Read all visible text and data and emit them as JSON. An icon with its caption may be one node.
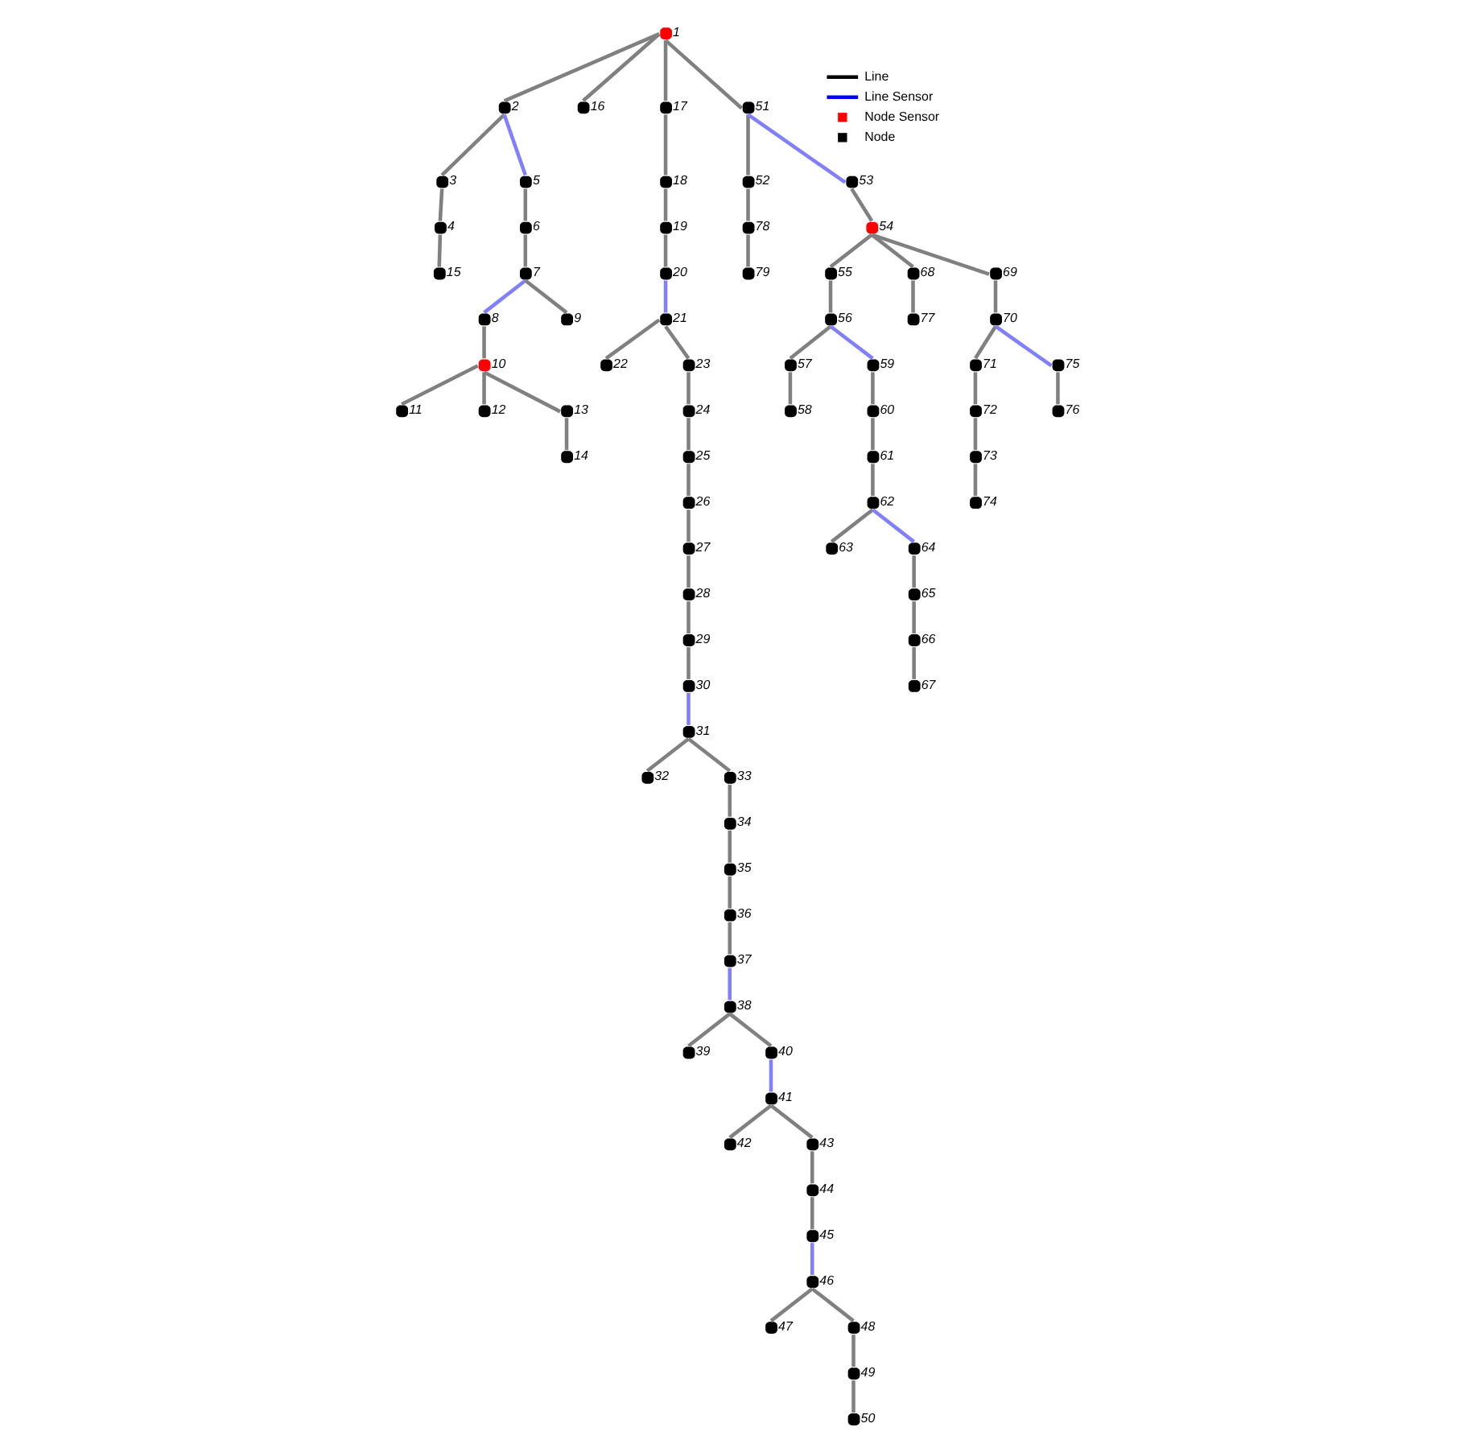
{
  "diagram": {
    "nodes": [
      {
        "text": [],
        "shape": "circle",
        "beside": [
          "1"
        ]
      },
      {
        "text": [],
        "shape": "circle",
        "beside": [
          "2"
        ]
      },
      {
        "text": [],
        "shape": "circle",
        "beside": [
          "3"
        ]
      },
      {
        "text": [],
        "shape": "circle",
        "beside": [
          "4"
        ]
      },
      {
        "text": [],
        "shape": "circle",
        "beside": [
          "5"
        ]
      },
      {
        "text": [],
        "shape": "circle",
        "beside": [
          "6"
        ]
      },
      {
        "text": [],
        "shape": "circle",
        "beside": [
          "7"
        ]
      },
      {
        "text": [],
        "shape": "circle",
        "beside": [
          "8"
        ]
      },
      {
        "text": [],
        "shape": "circle",
        "beside": [
          "9"
        ]
      },
      {
        "text": [],
        "shape": "circle",
        "beside": [
          "10"
        ]
      },
      {
        "text": [],
        "shape": "circle",
        "beside": [
          "11"
        ]
      },
      {
        "text": [],
        "shape": "circle",
        "beside": [
          "12"
        ]
      },
      {
        "text": [],
        "shape": "circle",
        "beside": [
          "13"
        ]
      },
      {
        "text": [],
        "shape": "circle",
        "beside": [
          "14"
        ]
      },
      {
        "text": [],
        "shape": "circle",
        "beside": [
          "15"
        ]
      },
      {
        "text": [],
        "shape": "circle",
        "beside": [
          "16"
        ]
      },
      {
        "text": [],
        "shape": "circle",
        "beside": [
          "17"
        ]
      },
      {
        "text": [],
        "shape": "circle",
        "beside": [
          "18"
        ]
      },
      {
        "text": [],
        "shape": "circle",
        "beside": [
          "19"
        ]
      },
      {
        "text": [],
        "shape": "circle",
        "beside": [
          "20"
        ]
      },
      {
        "text": [],
        "shape": "circle",
        "beside": [
          "21"
        ]
      },
      {
        "text": [],
        "shape": "circle",
        "beside": [
          "22"
        ]
      },
      {
        "text": [],
        "shape": "circle",
        "beside": [
          "23"
        ]
      },
      {
        "text": [],
        "shape": "circle",
        "beside": [
          "24"
        ]
      },
      {
        "text": [],
        "shape": "circle",
        "beside": [
          "25"
        ]
      },
      {
        "text": [],
        "shape": "circle",
        "beside": [
          "26"
        ]
      },
      {
        "text": [],
        "shape": "circle",
        "beside": [
          "27"
        ]
      },
      {
        "text": [],
        "shape": "circle",
        "beside": [
          "28"
        ]
      },
      {
        "text": [],
        "shape": "circle",
        "beside": [
          "29"
        ]
      },
      {
        "text": [],
        "shape": "circle",
        "beside": [
          "30"
        ]
      },
      {
        "text": [],
        "shape": "circle",
        "beside": [
          "31"
        ]
      },
      {
        "text": [],
        "shape": "circle",
        "beside": [
          "32"
        ]
      },
      {
        "text": [],
        "shape": "circle",
        "beside": [
          "33"
        ]
      },
      {
        "text": [],
        "shape": "circle",
        "beside": [
          "34"
        ]
      },
      {
        "text": [],
        "shape": "circle",
        "beside": [
          "35"
        ]
      },
      {
        "text": [],
        "shape": "circle",
        "beside": [
          "36"
        ]
      },
      {
        "text": [],
        "shape": "circle",
        "beside": [
          "37"
        ]
      },
      {
        "text": [],
        "shape": "circle",
        "beside": [
          "38"
        ]
      },
      {
        "text": [],
        "shape": "circle",
        "beside": [
          "39"
        ]
      },
      {
        "text": [],
        "shape": "circle",
        "beside": [
          "40"
        ]
      },
      {
        "text": [],
        "shape": "circle",
        "beside": [
          "41"
        ]
      },
      {
        "text": [],
        "shape": "circle",
        "beside": [
          "42"
        ]
      },
      {
        "text": [],
        "shape": "circle",
        "beside": [
          "43"
        ]
      },
      {
        "text": [],
        "shape": "circle",
        "beside": [
          "44"
        ]
      },
      {
        "text": [],
        "shape": "circle",
        "beside": [
          "45"
        ]
      },
      {
        "text": [],
        "shape": "circle",
        "beside": [
          "46"
        ]
      },
      {
        "text": [],
        "shape": "circle",
        "beside": [
          "47"
        ]
      },
      {
        "text": [],
        "shape": "circle",
        "beside": [
          "48"
        ]
      },
      {
        "text": [],
        "shape": "circle",
        "beside": [
          "49"
        ]
      },
      {
        "text": [],
        "shape": "circle",
        "beside": [
          "50"
        ]
      },
      {
        "text": [],
        "shape": "circle",
        "beside": [
          "51"
        ]
      },
      {
        "text": [],
        "shape": "circle",
        "beside": [
          "52"
        ]
      },
      {
        "text": [],
        "shape": "circle",
        "beside": [
          "53"
        ]
      },
      {
        "text": [],
        "shape": "circle",
        "beside": [
          "54"
        ]
      },
      {
        "text": [],
        "shape": "circle",
        "beside": [
          "55"
        ]
      },
      {
        "text": [],
        "shape": "circle",
        "beside": [
          "56"
        ]
      },
      {
        "text": [],
        "shape": "circle",
        "beside": [
          "57"
        ]
      },
      {
        "text": [],
        "shape": "circle",
        "beside": [
          "58"
        ]
      },
      {
        "text": [],
        "shape": "circle",
        "beside": [
          "59"
        ]
      },
      {
        "text": [],
        "shape": "circle",
        "beside": [
          "60"
        ]
      },
      {
        "text": [],
        "shape": "circle",
        "beside": [
          "61"
        ]
      },
      {
        "text": [],
        "shape": "circle",
        "beside": [
          "62"
        ]
      },
      {
        "text": [],
        "shape": "circle",
        "beside": [
          "63"
        ]
      },
      {
        "text": [],
        "shape": "circle",
        "beside": [
          "64"
        ]
      },
      {
        "text": [],
        "shape": "circle",
        "beside": [
          "65"
        ]
      },
      {
        "text": [],
        "shape": "circle",
        "beside": [
          "66"
        ]
      },
      {
        "text": [],
        "shape": "circle",
        "beside": [
          "67"
        ]
      },
      {
        "text": [],
        "shape": "circle",
        "beside": [
          "68"
        ]
      },
      {
        "text": [],
        "shape": "circle",
        "beside": [
          "69"
        ]
      },
      {
        "text": [],
        "shape": "circle",
        "beside": [
          "70"
        ]
      },
      {
        "text": [],
        "shape": "circle",
        "beside": [
          "71"
        ]
      },
      {
        "text": [],
        "shape": "circle",
        "beside": [
          "72"
        ]
      },
      {
        "text": [],
        "shape": "circle",
        "beside": [
          "73"
        ]
      },
      {
        "text": [],
        "shape": "circle",
        "beside": [
          "74"
        ]
      },
      {
        "text": [],
        "shape": "circle",
        "beside": [
          "75"
        ]
      },
      {
        "text": [],
        "shape": "circle",
        "beside": [
          "76"
        ]
      },
      {
        "text": [],
        "shape": "circle",
        "beside": [
          "77"
        ]
      },
      {
        "text": [],
        "shape": "circle",
        "beside": [
          "78"
        ]
      },
      {
        "text": [],
        "shape": "circle",
        "beside": [
          "79"
        ]
      }
    ],
    "edges": [
      {
        "from": 0,
        "to": 1,
        "arrow": "none"
      },
      {
        "from": 1,
        "to": 4,
        "arrow": "none",
        "color": "#8080ff"
      },
      {
        "from": 1,
        "to": 2,
        "arrow": "none"
      },
      {
        "from": 2,
        "to": 3,
        "arrow": "none"
      },
      {
        "from": 3,
        "to": 14,
        "arrow": "none"
      },
      {
        "from": 4,
        "to": 5,
        "arrow": "none"
      },
      {
        "from": 5,
        "to": 6,
        "arrow": "none"
      },
      {
        "from": 6,
        "to": 8,
        "arrow": "none"
      },
      {
        "from": 6,
        "to": 7,
        "arrow": "none",
        "color": "#8080ff"
      },
      {
        "from": 7,
        "to": 9,
        "arrow": "none"
      },
      {
        "from": 9,
        "to": 10,
        "arrow": "none"
      },
      {
        "from": 9,
        "to": 11,
        "arrow": "none"
      },
      {
        "from": 9,
        "to": 12,
        "arrow": "none"
      },
      {
        "from": 12,
        "to": 13,
        "arrow": "none"
      },
      {
        "from": 0,
        "to": 15,
        "arrow": "none"
      },
      {
        "from": 0,
        "to": 16,
        "arrow": "none"
      },
      {
        "from": 16,
        "to": 17,
        "arrow": "none"
      },
      {
        "from": 17,
        "to": 18,
        "arrow": "none"
      },
      {
        "from": 18,
        "to": 19,
        "arrow": "none"
      },
      {
        "from": 19,
        "to": 20,
        "arrow": "none",
        "color": "#8080ff"
      },
      {
        "from": 20,
        "to": 21,
        "arrow": "none"
      },
      {
        "from": 20,
        "to": 22,
        "arrow": "none"
      },
      {
        "from": 22,
        "to": 23,
        "arrow": "none"
      },
      {
        "from": 23,
        "to": 24,
        "arrow": "none"
      },
      {
        "from": 24,
        "to": 25,
        "arrow": "none"
      },
      {
        "from": 25,
        "to": 26,
        "arrow": "none"
      },
      {
        "from": 26,
        "to": 27,
        "arrow": "none"
      },
      {
        "from": 27,
        "to": 28,
        "arrow": "none"
      },
      {
        "from": 28,
        "to": 29,
        "arrow": "none"
      },
      {
        "from": 29,
        "to": 30,
        "arrow": "none",
        "color": "#8080ff"
      },
      {
        "from": 30,
        "to": 31,
        "arrow": "none"
      },
      {
        "from": 30,
        "to": 32,
        "arrow": "none"
      },
      {
        "from": 32,
        "to": 33,
        "arrow": "none"
      },
      {
        "from": 33,
        "to": 34,
        "arrow": "none"
      },
      {
        "from": 34,
        "to": 35,
        "arrow": "none"
      },
      {
        "from": 35,
        "to": 36,
        "arrow": "none"
      },
      {
        "from": 36,
        "to": 37,
        "arrow": "none",
        "color": "#8080ff"
      },
      {
        "from": 37,
        "to": 38,
        "arrow": "none"
      },
      {
        "from": 37,
        "to": 39,
        "arrow": "none"
      },
      {
        "from": 39,
        "to": 40,
        "arrow": "none",
        "color": "#8080ff"
      },
      {
        "from": 40,
        "to": 41,
        "arrow": "none"
      },
      {
        "from": 40,
        "to": 42,
        "arrow": "none"
      },
      {
        "from": 42,
        "to": 43,
        "arrow": "none"
      },
      {
        "from": 43,
        "to": 44,
        "arrow": "none"
      },
      {
        "from": 44,
        "to": 45,
        "arrow": "none",
        "color": "#8080ff"
      },
      {
        "from": 45,
        "to": 46,
        "arrow": "none"
      },
      {
        "from": 45,
        "to": 47,
        "arrow": "none"
      },
      {
        "from": 47,
        "to": 48,
        "arrow": "none"
      },
      {
        "from": 48,
        "to": 49,
        "arrow": "none"
      },
      {
        "from": 0,
        "to": 50,
        "arrow": "none"
      },
      {
        "from": 50,
        "to": 51,
        "arrow": "none"
      },
      {
        "from": 51,
        "to": 77,
        "arrow": "none"
      },
      {
        "from": 77,
        "to": 78,
        "arrow": "none"
      },
      {
        "from": 50,
        "to": 52,
        "arrow": "none",
        "color": "#8080ff"
      },
      {
        "from": 52,
        "to": 53,
        "arrow": "none"
      },
      {
        "from": 53,
        "to": 54,
        "arrow": "none"
      },
      {
        "from": 53,
        "to": 67,
        "arrow": "none"
      },
      {
        "from": 53,
        "to": 68,
        "arrow": "none"
      },
      {
        "from": 54,
        "to": 55,
        "arrow": "none"
      },
      {
        "from": 55,
        "to": 56,
        "arrow": "none"
      },
      {
        "from": 56,
        "to": 57,
        "arrow": "none"
      },
      {
        "from": 55,
        "to": 58,
        "arrow": "none",
        "color": "#8080ff"
      },
      {
        "from": 58,
        "to": 59,
        "arrow": "none"
      },
      {
        "from": 59,
        "to": 60,
        "arrow": "none"
      },
      {
        "from": 60,
        "to": 61,
        "arrow": "none"
      },
      {
        "from": 61,
        "to": 62,
        "arrow": "none"
      },
      {
        "from": 61,
        "to": 63,
        "arrow": "none",
        "color": "#8080ff"
      },
      {
        "from": 63,
        "to": 64,
        "arrow": "none"
      },
      {
        "from": 64,
        "to": 65,
        "arrow": "none"
      },
      {
        "from": 65,
        "to": 66,
        "arrow": "none"
      },
      {
        "from": 67,
        "to": 76,
        "arrow": "none"
      },
      {
        "from": 68,
        "to": 69,
        "arrow": "none"
      },
      {
        "from": 69,
        "to": 70,
        "arrow": "none"
      },
      {
        "from": 70,
        "to": 71,
        "arrow": "none"
      },
      {
        "from": 71,
        "to": 72,
        "arrow": "none"
      },
      {
        "from": 72,
        "to": 73,
        "arrow": "none"
      },
      {
        "from": 69,
        "to": 74,
        "arrow": "none",
        "color": "#8080ff"
      },
      {
        "from": 74,
        "to": 75,
        "arrow": "none"
      }
    ],
    "legend": [
      {
        "text": "Line"
      },
      {
        "text": "Line Sensor"
      },
      {
        "text": "Node Sensor"
      },
      {
        "text": "Node"
      }
    ]
  }
}
